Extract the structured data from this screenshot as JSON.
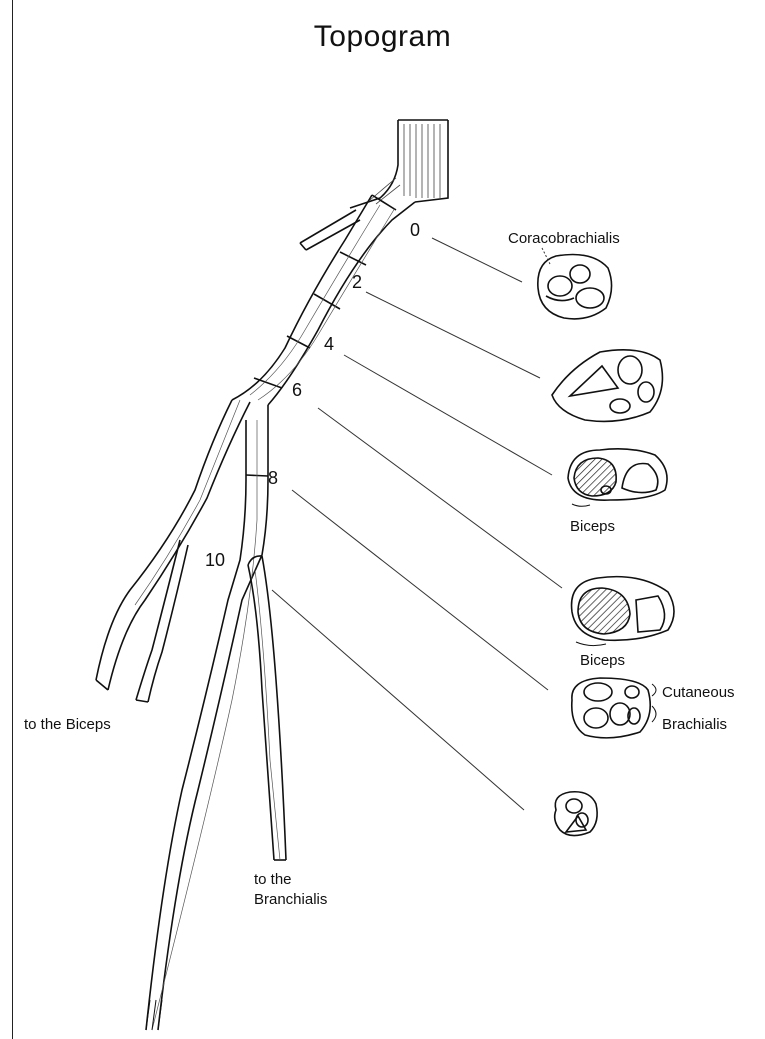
{
  "title": "Topogram",
  "level_labels": [
    "0",
    "2",
    "4",
    "6",
    "8",
    "10"
  ],
  "muscle_labels": {
    "coracobrachialis": "Coracobrachialis",
    "biceps_upper": "Biceps",
    "biceps_lower": "Biceps",
    "cutaneous": "Cutaneous",
    "brachialis": "Brachialis"
  },
  "branch_labels": {
    "biceps_line": "to the Biceps",
    "brachialis_line1": "to the",
    "brachialis_line2": "Branchialis"
  }
}
